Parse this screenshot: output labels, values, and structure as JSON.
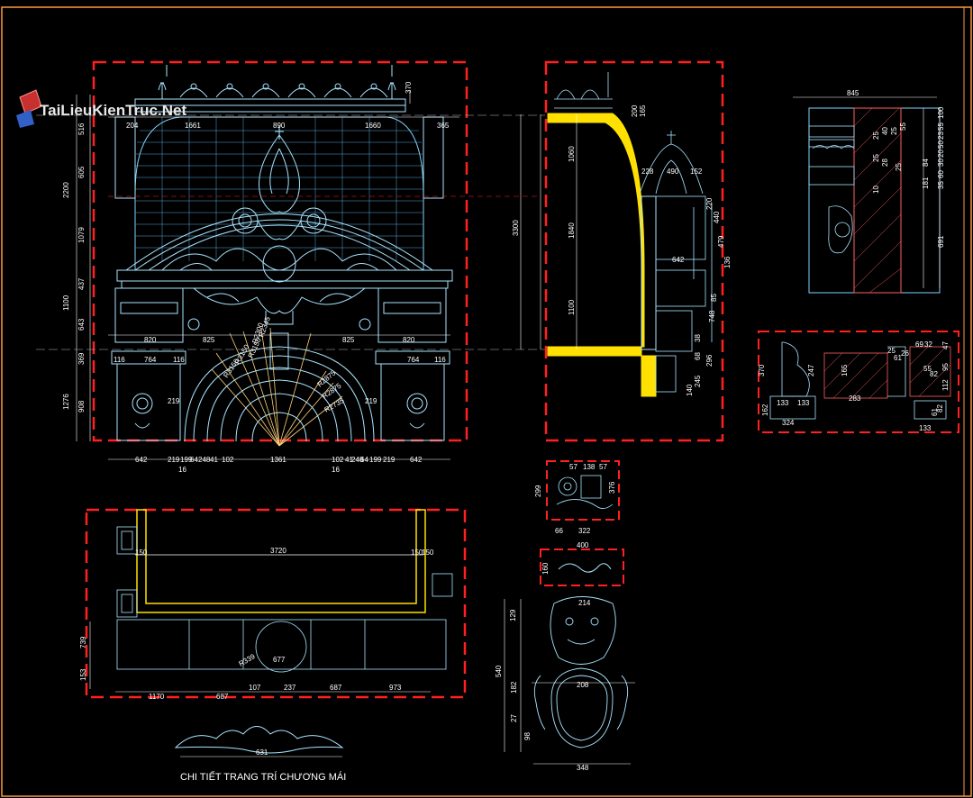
{
  "watermark": "TaiLieuKienTruc.Net",
  "caption": "CHI TIẾT TRANG TRÍ CHƯƠNG MÁI",
  "colors": {
    "background": "#000000",
    "frame": "#ff2020",
    "line": "#7fd3ff",
    "ornament": "#a8e4ff",
    "section": "#ffe000",
    "dimension": "#ffffff",
    "border": "#ff9a3c"
  },
  "elevation": {
    "top_widths": [
      "204",
      "1661",
      "890",
      "1660",
      "365"
    ],
    "top_right": "370",
    "left_heights": [
      "516",
      "605",
      "2200",
      "1079",
      "437",
      "1100",
      "643",
      "369",
      "1276",
      "908"
    ],
    "mid_widths": [
      "820",
      "825",
      "825",
      "820"
    ],
    "col_labels": [
      "764",
      "116",
      "116",
      "219",
      "219",
      "764",
      "116"
    ],
    "radii": [
      "R2345",
      "R3150",
      "R3150",
      "R3150",
      "R2875",
      "R2875",
      "R2735",
      "R2300"
    ],
    "bottom_widths": [
      "642",
      "219",
      "199",
      "64",
      "248",
      "41",
      "102",
      "1361",
      "102",
      "41",
      "248",
      "64",
      "199",
      "219",
      "642"
    ],
    "bottom_small": [
      "16",
      "16"
    ]
  },
  "section": {
    "top": [
      "200",
      "165"
    ],
    "left": [
      "3300",
      "1060",
      "1840",
      "1100"
    ],
    "labels": [
      "228",
      "490",
      "152",
      "220",
      "440",
      "479",
      "642",
      "136",
      "85",
      "748",
      "38",
      "68",
      "296",
      "245",
      "140"
    ]
  },
  "profile": {
    "width": "845",
    "right": [
      "100",
      "55",
      "23",
      "50",
      "20",
      "30",
      "60",
      "35",
      "84",
      "181",
      "691"
    ],
    "inner": [
      "25",
      "40",
      "25",
      "55",
      "25",
      "28",
      "25",
      "10"
    ]
  },
  "cornice": {
    "labels": [
      "370",
      "247",
      "165",
      "283",
      "133",
      "133",
      "324",
      "162",
      "25",
      "61",
      "26",
      "69",
      "32",
      "47",
      "82",
      "95",
      "112",
      "55",
      "82",
      "61",
      "133"
    ]
  },
  "small_detail_1": {
    "labels": [
      "57",
      "138",
      "57",
      "299",
      "376",
      "66",
      "322"
    ]
  },
  "small_detail_2": {
    "labels": [
      "400",
      "160"
    ]
  },
  "plan": {
    "width": "3720",
    "side": [
      "150",
      "150",
      "150"
    ],
    "bottom": [
      "1170",
      "687",
      "107",
      "237",
      "687",
      "973"
    ],
    "left": [
      "739",
      "153"
    ],
    "inner": [
      "677",
      "R339"
    ]
  },
  "lion": {
    "labels": [
      "214",
      "129",
      "540",
      "182",
      "208",
      "27",
      "98",
      "348"
    ]
  },
  "ornament_bottom": "631"
}
